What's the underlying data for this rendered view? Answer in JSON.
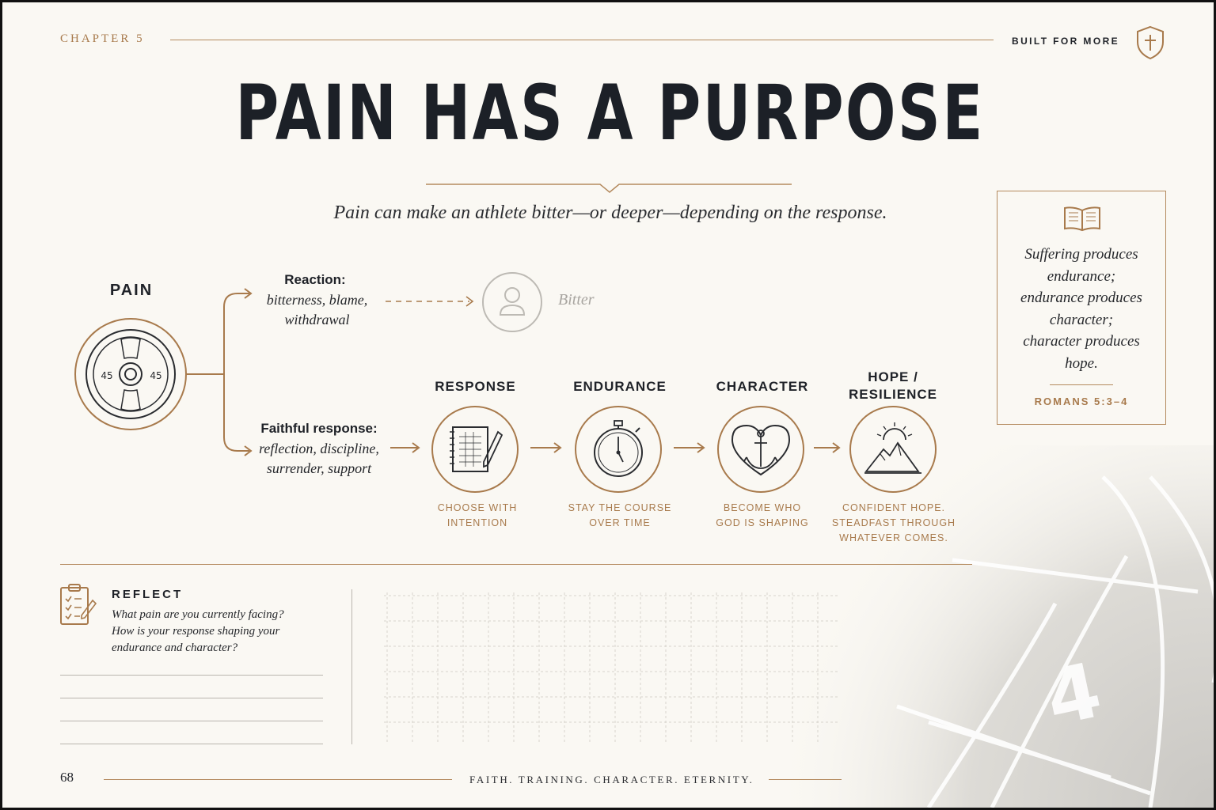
{
  "header": {
    "chapter": "CHAPTER 5",
    "tagline": "BUILT FOR MORE",
    "emblem_icon": "shield-cross-icon"
  },
  "title": "PAIN HAS A PURPOSE",
  "subtitle": "Pain can make an athlete bitter—or deeper—depending on the response.",
  "pain": {
    "label": "PAIN",
    "icon": "weight-plate-icon",
    "plate_left": "45",
    "plate_right": "45"
  },
  "reaction": {
    "heading": "Reaction:",
    "line1": "bitterness, blame,",
    "line2": "withdrawal",
    "outcome": "Bitter",
    "outcome_icon": "person-icon"
  },
  "faithful": {
    "heading": "Faithful response:",
    "line1": "reflection, discipline,",
    "line2": "surrender, support"
  },
  "steps": [
    {
      "title": "RESPONSE",
      "desc1": "CHOOSE WITH",
      "desc2": "INTENTION",
      "desc3": "",
      "icon": "journal-pen-icon"
    },
    {
      "title": "ENDURANCE",
      "desc1": "STAY THE COURSE",
      "desc2": "OVER TIME",
      "desc3": "",
      "icon": "stopwatch-icon"
    },
    {
      "title": "CHARACTER",
      "desc1": "BECOME WHO",
      "desc2": "GOD IS SHAPING",
      "desc3": "",
      "icon": "heart-anchor-icon"
    },
    {
      "title1": "HOPE /",
      "title2": "RESILIENCE",
      "desc1": "CONFIDENT HOPE.",
      "desc2": "STEADFAST THROUGH",
      "desc3": "WHATEVER COMES.",
      "icon": "mountain-sunrise-icon"
    }
  ],
  "scripture": {
    "icon": "open-book-icon",
    "line1": "Suffering produces",
    "line2": "endurance;",
    "line3": "endurance produces",
    "line4": "character;",
    "line5": "character produces",
    "line6": "hope.",
    "reference": "ROMANS 5:3–4"
  },
  "reflect": {
    "icon": "clipboard-checklist-icon",
    "heading": "REFLECT",
    "line1": "What pain are you currently facing?",
    "line2": "How is your response shaping your",
    "line3": "endurance and character?"
  },
  "track": {
    "lane_number": "4"
  },
  "footer": {
    "page_number": "68",
    "motto": "FAITH. TRAINING. CHARACTER. ETERNITY."
  },
  "colors": {
    "accent": "#a87a4c",
    "ink": "#1c2027",
    "paper": "#faf8f3"
  }
}
